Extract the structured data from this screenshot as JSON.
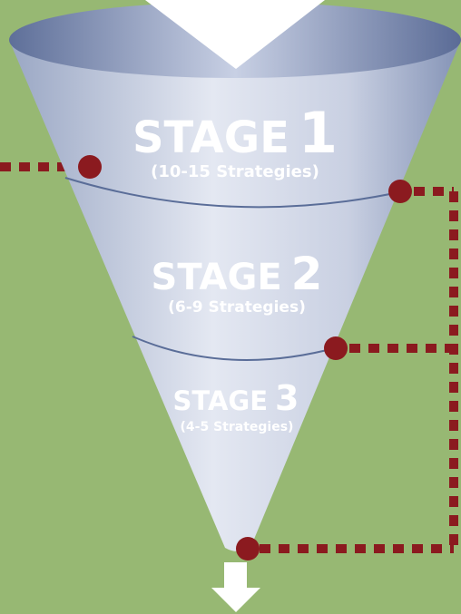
{
  "stages": [
    {
      "word": "STAGE",
      "number": "1",
      "subtitle": "(10-15 Strategies)"
    },
    {
      "word": "STAGE",
      "number": "2",
      "subtitle": "(6-9 Strategies)"
    },
    {
      "word": "STAGE",
      "number": "3",
      "subtitle": "(4-5 Strategies)"
    }
  ],
  "colors": {
    "background": "#97b873",
    "funnel_light": "#dfe3ee",
    "funnel_dark": "#7e8fb0",
    "rim_dark": "#5c6e98",
    "connector": "#8b1a1f"
  },
  "icons": [
    "funnel",
    "down-arrow-icon",
    "connector-dot"
  ]
}
